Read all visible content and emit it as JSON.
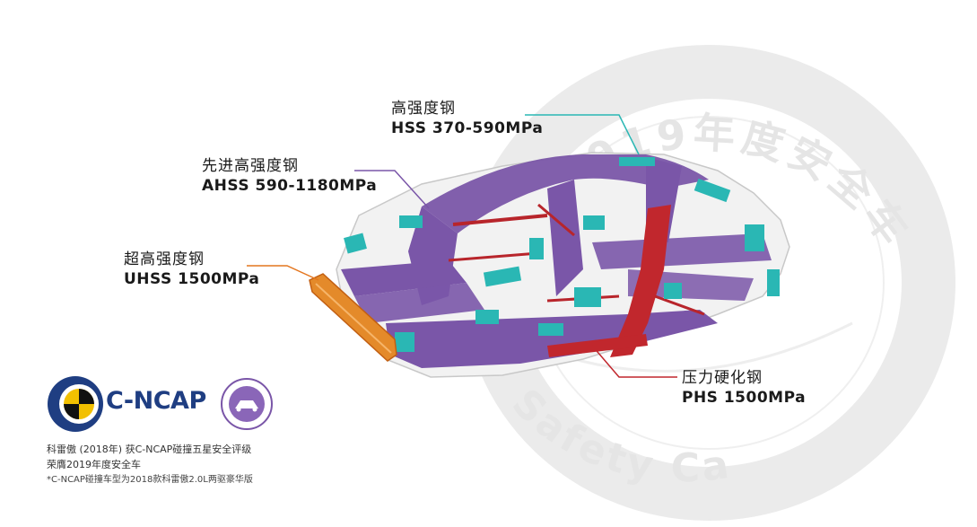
{
  "labels": {
    "hss": {
      "cn": "高强度钢",
      "en": "HSS 370-590MPa"
    },
    "ahss": {
      "cn": "先进高强度钢",
      "en": "AHSS 590-1180MPa"
    },
    "uhss": {
      "cn": "超高强度钢",
      "en": "UHSS 1500MPa"
    },
    "phs": {
      "cn": "压力硬化钢",
      "en": "PHS 1500MPa"
    }
  },
  "logo": {
    "text": "C-NCAP"
  },
  "watermark": {
    "top_text": "2019年度安全车",
    "bottom_text": "Safety Car"
  },
  "footer": {
    "line1": "科雷傲 (2018年) 获C-NCAP碰撞五星安全评级",
    "line2": "荣膺2019年度安全车",
    "line3": "*C-NCAP碰撞车型为2018款科雷傲2.0L两驱豪华版"
  },
  "colors": {
    "hss": "#2ab7b4",
    "ahss": "#7a56a8",
    "uhss": "#e4761f",
    "phs": "#c1272d",
    "cncap_blue": "#1f3e82",
    "cncap_yellow": "#f2c000",
    "watermark": "#e6e6e6"
  }
}
